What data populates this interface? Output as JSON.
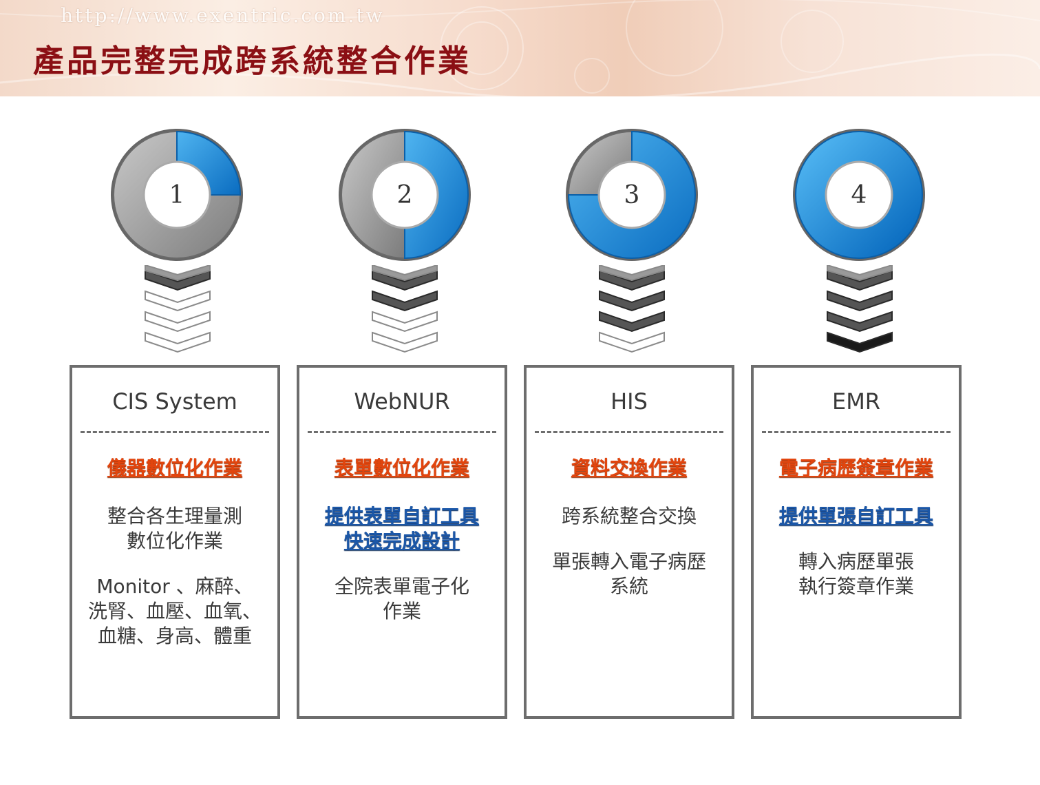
{
  "header": {
    "url": "http://www.exentric.com.tw",
    "title": "產品完整完成跨系統整合作業"
  },
  "steps": [
    {
      "number": "1",
      "progress": 0.25,
      "system": "CIS System",
      "headline": "儀器數位化作業",
      "desc1_lines": [
        "整合各生理量測",
        "數位化作業"
      ],
      "desc2_lines": [
        "Monitor 、麻醉、",
        "洗腎、血壓、血氧、",
        "血糖、身高、體重"
      ]
    },
    {
      "number": "2",
      "progress": 0.5,
      "system": "WebNUR",
      "headline": "表單數位化作業",
      "tool_lines": [
        "提供表單自訂工具",
        "快速完成設計"
      ],
      "desc1_lines": [
        "全院表單電子化",
        "作業"
      ]
    },
    {
      "number": "3",
      "progress": 0.75,
      "system": "HIS",
      "headline": "資料交換作業",
      "desc1_lines": [
        "跨系統整合交換"
      ],
      "desc2_lines": [
        "單張轉入電子病歷",
        "系統"
      ]
    },
    {
      "number": "4",
      "progress": 1.0,
      "system": "EMR",
      "headline": "電子病歷簽章作業",
      "tool_lines": [
        "提供單張自訂工具"
      ],
      "desc1_lines": [
        "轉入病歷單張",
        "執行簽章作業"
      ]
    }
  ],
  "colors": {
    "title": "#8b0f14",
    "headline": "#e2450e",
    "tool": "#1b57a8",
    "ring_active": "#1e8fdc",
    "ring_inactive": "#9a9a9a",
    "border": "#6d6d6d"
  }
}
